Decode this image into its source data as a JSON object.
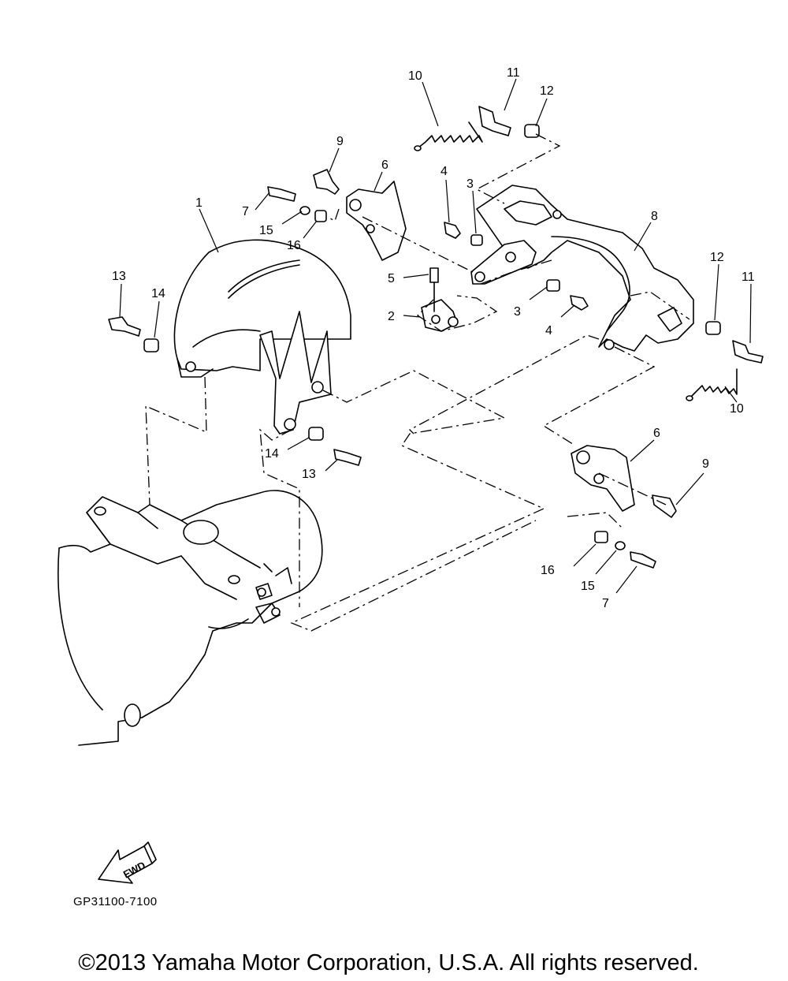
{
  "callouts": {
    "c1": "1",
    "c2": "2",
    "c3a": "3",
    "c3b": "3",
    "c4a": "4",
    "c4b": "4",
    "c5": "5",
    "c6a": "6",
    "c6b": "6",
    "c7a": "7",
    "c7b": "7",
    "c8": "8",
    "c9a": "9",
    "c9b": "9",
    "c10a": "10",
    "c10b": "10",
    "c11a": "11",
    "c11b": "11",
    "c12a": "12",
    "c12b": "12",
    "c13a": "13",
    "c13b": "13",
    "c14a": "14",
    "c14b": "14",
    "c15a": "15",
    "c15b": "15",
    "c16a": "16",
    "c16b": "16"
  },
  "fwd_label": "FWD",
  "drawing_code": "GP31100-7100",
  "copyright": "©2013 Yamaha Motor Corporation, U.S.A. All rights reserved."
}
